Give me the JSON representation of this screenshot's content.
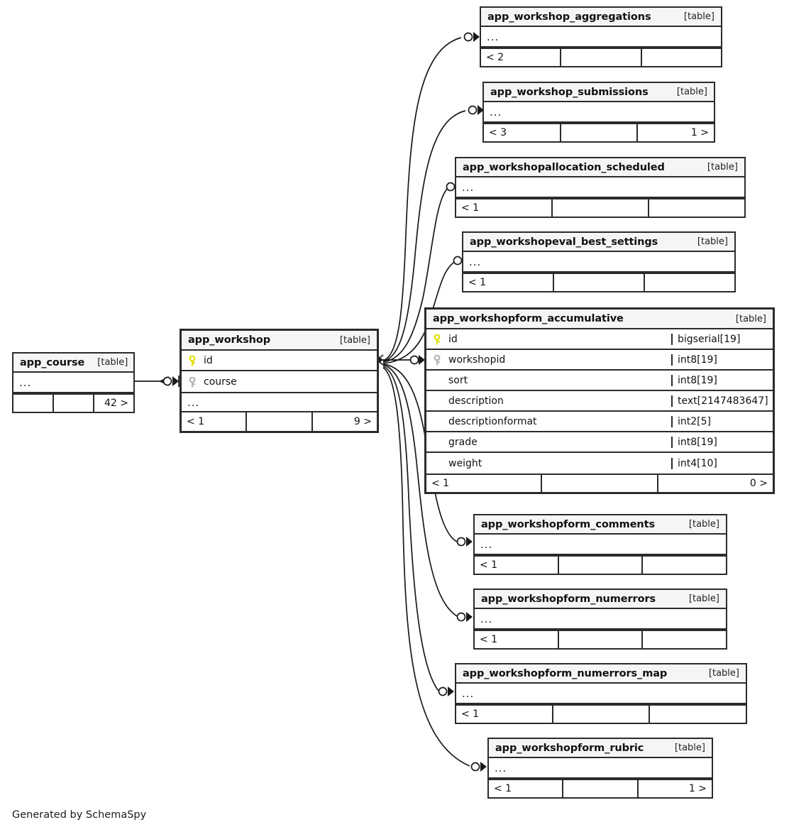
{
  "diagram": {
    "generator_credit": "Generated by SchemaSpy",
    "table_tag": "[table]",
    "ellipsis": "...",
    "icons": {
      "primary_key": "primary-key-icon",
      "foreign_key": "foreign-key-icon"
    },
    "colors": {
      "primary_key": "#e8e800",
      "foreign_key": "#b0b0b0",
      "border": "#2b2b2b",
      "header_fill": "#f5f5f5",
      "background": "#ffffff"
    }
  },
  "tables": [
    {
      "id": "app_workshop_aggregations",
      "name": "app_workshop_aggregations",
      "tag": "[table]",
      "expanded": false,
      "ellipsis": "...",
      "footer": {
        "left": "< 2",
        "mid": "",
        "right": ""
      },
      "columns": []
    },
    {
      "id": "app_workshop_submissions",
      "name": "app_workshop_submissions",
      "tag": "[table]",
      "expanded": false,
      "ellipsis": "...",
      "footer": {
        "left": "< 3",
        "mid": "",
        "right": "1 >"
      },
      "columns": []
    },
    {
      "id": "app_workshopallocation_scheduled",
      "name": "app_workshopallocation_scheduled",
      "tag": "[table]",
      "expanded": false,
      "ellipsis": "...",
      "footer": {
        "left": "< 1",
        "mid": "",
        "right": ""
      },
      "columns": []
    },
    {
      "id": "app_workshopeval_best_settings",
      "name": "app_workshopeval_best_settings",
      "tag": "[table]",
      "expanded": false,
      "ellipsis": "...",
      "footer": {
        "left": "< 1",
        "mid": "",
        "right": ""
      },
      "columns": []
    },
    {
      "id": "app_workshopform_accumulative",
      "name": "app_workshopform_accumulative",
      "tag": "[table]",
      "expanded": true,
      "footer": {
        "left": "< 1",
        "mid": "",
        "right": "0 >"
      },
      "columns": [
        {
          "name": "id",
          "type": "bigserial[19]",
          "key": "primary"
        },
        {
          "name": "workshopid",
          "type": "int8[19]",
          "key": "foreign"
        },
        {
          "name": "sort",
          "type": "int8[19]",
          "key": "none"
        },
        {
          "name": "description",
          "type": "text[2147483647]",
          "key": "none"
        },
        {
          "name": "descriptionformat",
          "type": "int2[5]",
          "key": "none"
        },
        {
          "name": "grade",
          "type": "int8[19]",
          "key": "none"
        },
        {
          "name": "weight",
          "type": "int4[10]",
          "key": "none"
        }
      ]
    },
    {
      "id": "app_workshopform_comments",
      "name": "app_workshopform_comments",
      "tag": "[table]",
      "expanded": false,
      "ellipsis": "...",
      "footer": {
        "left": "< 1",
        "mid": "",
        "right": ""
      },
      "columns": []
    },
    {
      "id": "app_workshopform_numerrors",
      "name": "app_workshopform_numerrors",
      "tag": "[table]",
      "expanded": false,
      "ellipsis": "...",
      "footer": {
        "left": "< 1",
        "mid": "",
        "right": ""
      },
      "columns": []
    },
    {
      "id": "app_workshopform_numerrors_map",
      "name": "app_workshopform_numerrors_map",
      "tag": "[table]",
      "expanded": false,
      "ellipsis": "...",
      "footer": {
        "left": "< 1",
        "mid": "",
        "right": ""
      },
      "columns": []
    },
    {
      "id": "app_workshopform_rubric",
      "name": "app_workshopform_rubric",
      "tag": "[table]",
      "expanded": false,
      "ellipsis": "...",
      "footer": {
        "left": "< 1",
        "mid": "",
        "right": "1 >"
      },
      "columns": []
    },
    {
      "id": "app_workshop",
      "name": "app_workshop",
      "tag": "[table]",
      "expanded": true,
      "ellipsis": "...",
      "footer": {
        "left": "< 1",
        "mid": "",
        "right": "9 >"
      },
      "columns": [
        {
          "name": "id",
          "type": "",
          "key": "primary"
        },
        {
          "name": "course",
          "type": "",
          "key": "foreign"
        }
      ]
    },
    {
      "id": "app_course",
      "name": "app_course",
      "tag": "[table]",
      "expanded": false,
      "ellipsis": "...",
      "footer": {
        "left": "",
        "mid": "",
        "right": "42 >"
      },
      "columns": []
    }
  ],
  "relationships": [
    {
      "from": "app_course",
      "to": "app_workshop",
      "cardinality": "zero-or-many"
    },
    {
      "from": "app_workshop",
      "to": "app_workshop_aggregations",
      "cardinality": "zero-or-many"
    },
    {
      "from": "app_workshop",
      "to": "app_workshop_submissions",
      "cardinality": "zero-or-many"
    },
    {
      "from": "app_workshop",
      "to": "app_workshopallocation_scheduled",
      "cardinality": "zero-or-one"
    },
    {
      "from": "app_workshop",
      "to": "app_workshopeval_best_settings",
      "cardinality": "zero-or-one"
    },
    {
      "from": "app_workshop",
      "to": "app_workshopform_accumulative",
      "cardinality": "zero-or-many"
    },
    {
      "from": "app_workshop",
      "to": "app_workshopform_comments",
      "cardinality": "zero-or-many"
    },
    {
      "from": "app_workshop",
      "to": "app_workshopform_numerrors",
      "cardinality": "zero-or-many"
    },
    {
      "from": "app_workshop",
      "to": "app_workshopform_numerrors_map",
      "cardinality": "zero-or-many"
    },
    {
      "from": "app_workshop",
      "to": "app_workshopform_rubric",
      "cardinality": "zero-or-many"
    }
  ]
}
